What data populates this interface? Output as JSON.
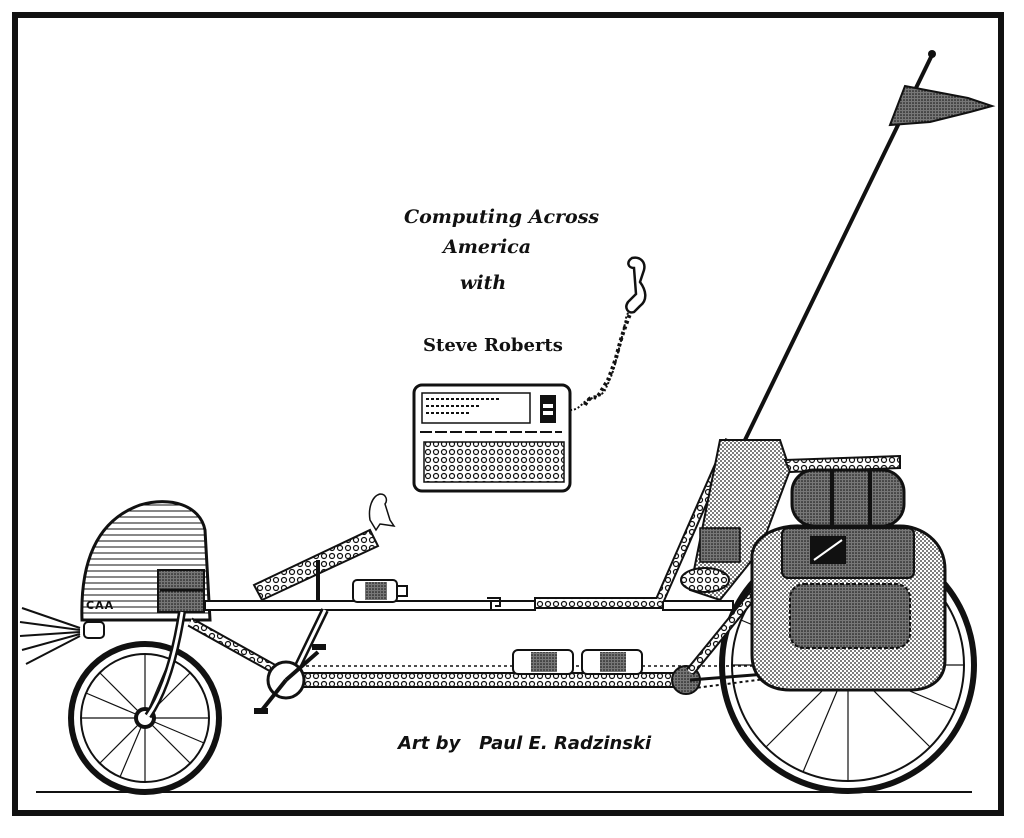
{
  "title": {
    "line1": "Computing Across",
    "line2": "America",
    "line3": "with",
    "line4": "Steve Roberts"
  },
  "credit": {
    "prefix": "Art by",
    "name": "Paul E. Radzinski"
  },
  "fairing_label": "CAA",
  "colors": {
    "ink": "#111111",
    "paper": "#ffffff",
    "dither": "#9a9a9a"
  }
}
